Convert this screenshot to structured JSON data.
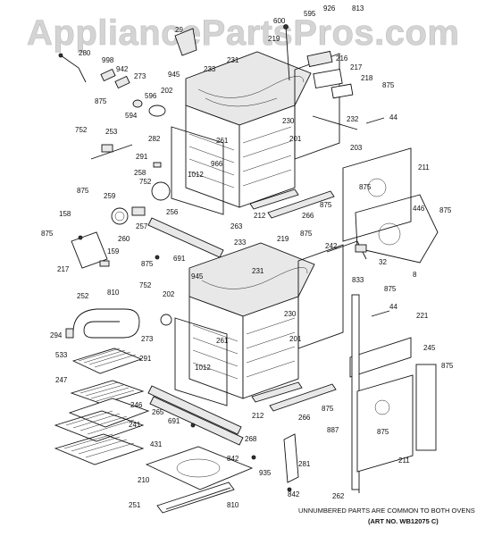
{
  "watermark": "AppliancePartsPros.com",
  "footer": {
    "common_note": "UNNUMBERED PARTS ARE COMMON TO BOTH OVENS",
    "art_number": "(ART NO. WB12075 C)"
  },
  "callouts": [
    {
      "id": "c-280",
      "text": "280"
    },
    {
      "id": "c-998",
      "text": "998"
    },
    {
      "id": "c-942",
      "text": "942"
    },
    {
      "id": "c-273a",
      "text": "273"
    },
    {
      "id": "c-875a",
      "text": "875"
    },
    {
      "id": "c-596",
      "text": "596"
    },
    {
      "id": "c-594",
      "text": "594"
    },
    {
      "id": "c-29",
      "text": "29"
    },
    {
      "id": "c-945a",
      "text": "945"
    },
    {
      "id": "c-233a",
      "text": "233"
    },
    {
      "id": "c-231a",
      "text": "231"
    },
    {
      "id": "c-600",
      "text": "600"
    },
    {
      "id": "c-595",
      "text": "595"
    },
    {
      "id": "c-926",
      "text": "926"
    },
    {
      "id": "c-813",
      "text": "813"
    },
    {
      "id": "c-219a",
      "text": "219"
    },
    {
      "id": "c-216",
      "text": "216"
    },
    {
      "id": "c-217a",
      "text": "217"
    },
    {
      "id": "c-218",
      "text": "218"
    },
    {
      "id": "c-875b",
      "text": "875"
    },
    {
      "id": "c-202a",
      "text": "202"
    },
    {
      "id": "c-752a",
      "text": "752"
    },
    {
      "id": "c-253",
      "text": "253"
    },
    {
      "id": "c-230a",
      "text": "230"
    },
    {
      "id": "c-232",
      "text": "232"
    },
    {
      "id": "c-44a",
      "text": "44"
    },
    {
      "id": "c-282",
      "text": "282"
    },
    {
      "id": "c-261a",
      "text": "261"
    },
    {
      "id": "c-201a",
      "text": "201"
    },
    {
      "id": "c-203",
      "text": "203"
    },
    {
      "id": "c-291a",
      "text": "291"
    },
    {
      "id": "c-966",
      "text": "966"
    },
    {
      "id": "c-211a",
      "text": "211"
    },
    {
      "id": "c-258",
      "text": "258"
    },
    {
      "id": "c-1012a",
      "text": "1012"
    },
    {
      "id": "c-752b",
      "text": "752"
    },
    {
      "id": "c-875c",
      "text": "875"
    },
    {
      "id": "c-259",
      "text": "259"
    },
    {
      "id": "c-256",
      "text": "256"
    },
    {
      "id": "c-212a",
      "text": "212"
    },
    {
      "id": "c-266a",
      "text": "266"
    },
    {
      "id": "c-875d",
      "text": "875"
    },
    {
      "id": "c-875e",
      "text": "875"
    },
    {
      "id": "c-446",
      "text": "446"
    },
    {
      "id": "c-875f",
      "text": "875"
    },
    {
      "id": "c-158",
      "text": "158"
    },
    {
      "id": "c-257",
      "text": "257"
    },
    {
      "id": "c-263",
      "text": "263"
    },
    {
      "id": "c-875g",
      "text": "875"
    },
    {
      "id": "c-260",
      "text": "260"
    },
    {
      "id": "c-233b",
      "text": "233"
    },
    {
      "id": "c-219b",
      "text": "219"
    },
    {
      "id": "c-875h",
      "text": "875"
    },
    {
      "id": "c-242",
      "text": "242"
    },
    {
      "id": "c-159",
      "text": "159"
    },
    {
      "id": "c-691a",
      "text": "691"
    },
    {
      "id": "c-217b",
      "text": "217"
    },
    {
      "id": "c-875i",
      "text": "875"
    },
    {
      "id": "c-32",
      "text": "32"
    },
    {
      "id": "c-231b",
      "text": "231"
    },
    {
      "id": "c-8",
      "text": "8"
    },
    {
      "id": "c-945b",
      "text": "945"
    },
    {
      "id": "c-833",
      "text": "833"
    },
    {
      "id": "c-875j",
      "text": "875"
    },
    {
      "id": "c-252",
      "text": "252"
    },
    {
      "id": "c-810a",
      "text": "810"
    },
    {
      "id": "c-752c",
      "text": "752"
    },
    {
      "id": "c-202b",
      "text": "202"
    },
    {
      "id": "c-44b",
      "text": "44"
    },
    {
      "id": "c-230b",
      "text": "230"
    },
    {
      "id": "c-221",
      "text": "221"
    },
    {
      "id": "c-273b",
      "text": "273"
    },
    {
      "id": "c-294",
      "text": "294"
    },
    {
      "id": "c-261b",
      "text": "261"
    },
    {
      "id": "c-201b",
      "text": "201"
    },
    {
      "id": "c-533",
      "text": "533"
    },
    {
      "id": "c-245",
      "text": "245"
    },
    {
      "id": "c-291b",
      "text": "291"
    },
    {
      "id": "c-1012b",
      "text": "1012"
    },
    {
      "id": "c-875k",
      "text": "875"
    },
    {
      "id": "c-247",
      "text": "247"
    },
    {
      "id": "c-246",
      "text": "246"
    },
    {
      "id": "c-265",
      "text": "265"
    },
    {
      "id": "c-212b",
      "text": "212"
    },
    {
      "id": "c-266b",
      "text": "266"
    },
    {
      "id": "c-875l",
      "text": "875"
    },
    {
      "id": "c-241",
      "text": "241"
    },
    {
      "id": "c-691b",
      "text": "691"
    },
    {
      "id": "c-887",
      "text": "887"
    },
    {
      "id": "c-875m",
      "text": "875"
    },
    {
      "id": "c-268",
      "text": "268"
    },
    {
      "id": "c-431",
      "text": "431"
    },
    {
      "id": "c-842a",
      "text": "842"
    },
    {
      "id": "c-281",
      "text": "281"
    },
    {
      "id": "c-211b",
      "text": "211"
    },
    {
      "id": "c-935",
      "text": "935"
    },
    {
      "id": "c-210",
      "text": "210"
    },
    {
      "id": "c-842b",
      "text": "842"
    },
    {
      "id": "c-262",
      "text": "262"
    },
    {
      "id": "c-251",
      "text": "251"
    },
    {
      "id": "c-810b",
      "text": "810"
    }
  ]
}
